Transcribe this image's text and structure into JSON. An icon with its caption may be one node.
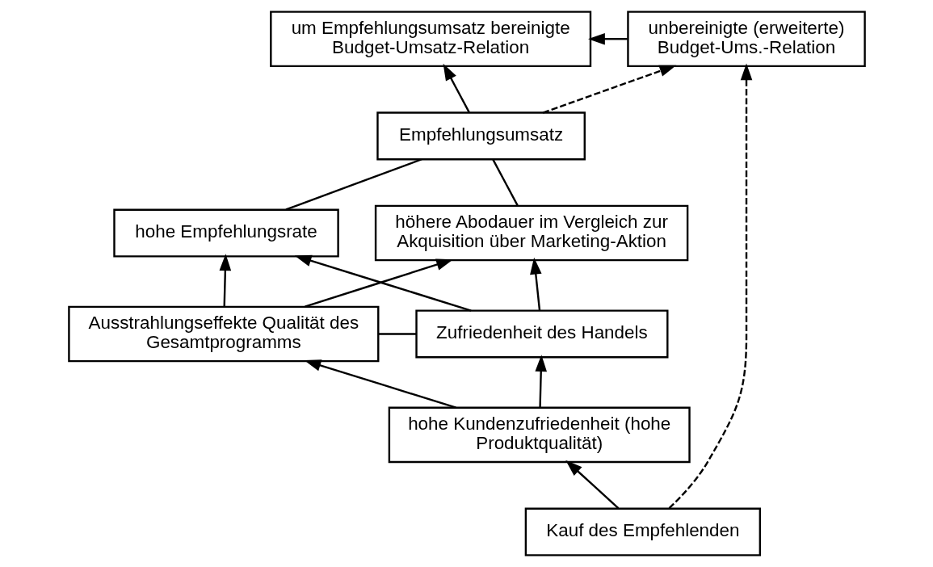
{
  "diagram": {
    "nodes": [
      {
        "text": [
          "um Empfehlungsumsatz bereinigte Budget-Umsatz-Relation"
        ]
      },
      {
        "text": [
          "unbereinigte (erweiterte) Budget-Ums.-Relation"
        ]
      },
      {
        "text": [
          "Empfehlungsumsatz"
        ]
      },
      {
        "text": [
          "hohe Empfehlungsrate"
        ]
      },
      {
        "text": [
          "höhere Abodauer im Vergleich zur Akquisition über Marketing-Aktion"
        ]
      },
      {
        "text": [
          "Ausstrahlungseffekte Qualität des Gesamtprogramms"
        ]
      },
      {
        "text": [
          "Zufriedenheit des Handels"
        ]
      },
      {
        "text": [
          "hohe Kundenzufriedenheit (hohe Produktqualität)"
        ]
      },
      {
        "text": [
          "Kauf des Empfehlenden"
        ]
      }
    ],
    "edges": [
      {
        "from": 1,
        "to": 0,
        "arrow": "to"
      },
      {
        "from": 2,
        "to": 0,
        "arrow": "to"
      },
      {
        "from": 2,
        "to": 1,
        "arrow": "to",
        "style": "dashed"
      },
      {
        "from": 3,
        "to": 2,
        "arrow": "none"
      },
      {
        "from": 4,
        "to": 2,
        "arrow": "none"
      },
      {
        "from": 5,
        "to": 3,
        "arrow": "to"
      },
      {
        "from": 5,
        "to": 4,
        "arrow": "to"
      },
      {
        "from": 6,
        "to": 3,
        "arrow": "to"
      },
      {
        "from": 6,
        "to": 4,
        "arrow": "to"
      },
      {
        "from": 5,
        "to": 6,
        "arrow": "none"
      },
      {
        "from": 7,
        "to": 5,
        "arrow": "to"
      },
      {
        "from": 7,
        "to": 6,
        "arrow": "to"
      },
      {
        "from": 8,
        "to": 7,
        "arrow": "to"
      },
      {
        "from": 8,
        "to": 1,
        "arrow": "to",
        "style": "dashed"
      }
    ]
  }
}
